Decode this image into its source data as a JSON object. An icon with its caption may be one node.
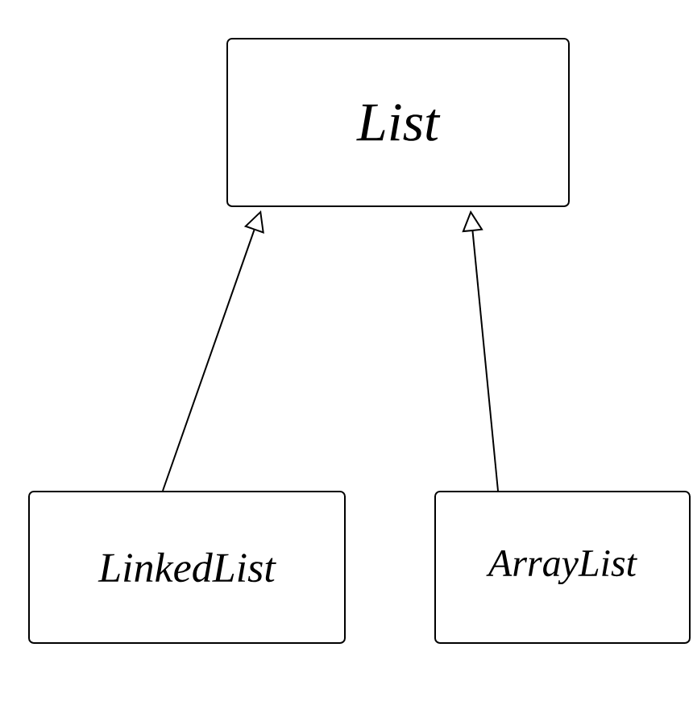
{
  "diagram": {
    "nodes": [
      {
        "text": [
          "List"
        ]
      },
      {
        "text": [
          "LinkedList"
        ]
      },
      {
        "text": [
          "ArrayList"
        ]
      }
    ],
    "edges": [
      {
        "from": 1,
        "to": 0,
        "arrow": "to"
      },
      {
        "from": 2,
        "to": 0,
        "arrow": "to"
      }
    ]
  }
}
